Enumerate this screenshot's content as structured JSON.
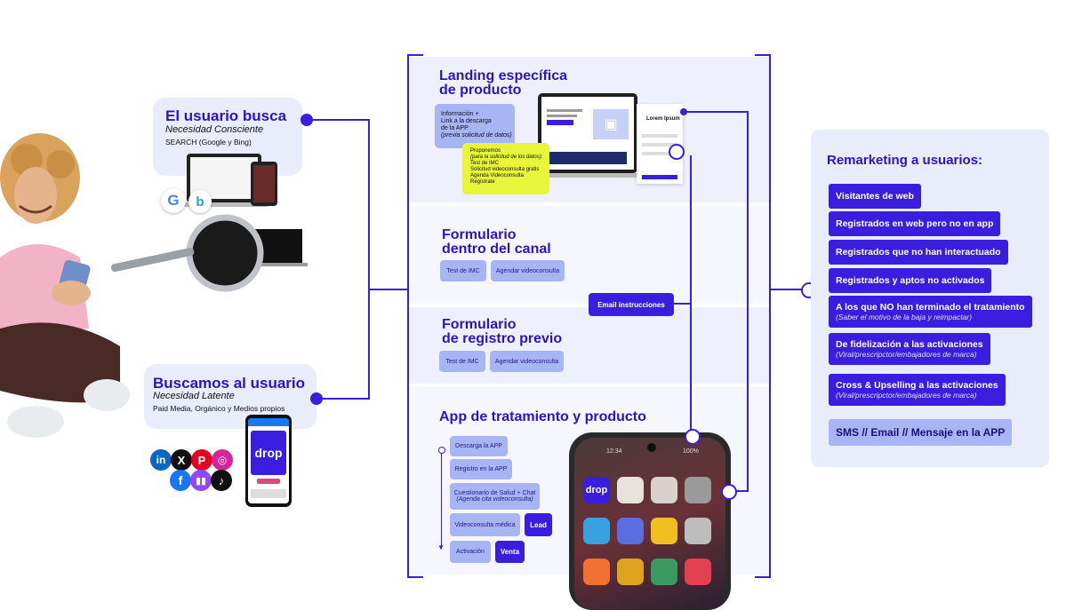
{
  "left": {
    "usuario_busca": {
      "title": "El usuario busca",
      "subtitle": "Necesidad Consciente",
      "detail": "SEARCH (Google y Bing)"
    },
    "buscamos": {
      "title": "Buscamos al usuario",
      "subtitle": "Necesidad Latente",
      "detail": "Paid Media, Orgánico y Medios propios"
    },
    "social_icons": [
      "linkedin-icon",
      "x-icon",
      "pinterest-icon",
      "instagram-icon",
      "facebook-icon",
      "twitch-icon",
      "tiktok-icon"
    ],
    "drop_brand": "drop"
  },
  "center": {
    "landing": {
      "title_line1": "Landing específica",
      "title_line2": "de producto",
      "info_lines": [
        "Información +",
        "Link a la descarga",
        "de la APP"
      ],
      "info_italic": "(previa solicitud de datos)",
      "proponemos_title": "Proponemos",
      "proponemos_italic": "(para la solicitud de los datos):",
      "proponemos_items": [
        "Test de IMC",
        "Solicitud videoconsulta gratis",
        "Agenda Videoconsulta",
        "Regístrate"
      ],
      "mock_title": "Lorem Ipsum"
    },
    "form_canal": {
      "title_line1": "Formulario",
      "title_line2": "dentro del canal",
      "btn1": "Test de IMC",
      "btn2": "Agendar videoconsulta"
    },
    "email": "Email instrucciones",
    "form_registro": {
      "title_line1": "Formulario",
      "title_line2": "de registro previo",
      "btn1": "Test de IMC",
      "btn2": "Agendar videoconsulta"
    },
    "app": {
      "title": "App de tratamiento y producto",
      "steps": [
        "Descarga la APP",
        "Registro en la APP",
        "Cuestionario de Salud + Chat",
        "Videoconsulta médica",
        "Activación"
      ],
      "step3_italic": "(Agenda cita videoconsulta)",
      "lead": "Lead",
      "venta": "Venta",
      "phone_time": "12:34",
      "phone_battery": "100%"
    }
  },
  "right": {
    "title": "Remarketing a usuarios:",
    "items": [
      {
        "label": "Visitantes de web",
        "note": ""
      },
      {
        "label": "Registrados en web pero no en app",
        "note": ""
      },
      {
        "label": "Registrados que no han interactuado",
        "note": ""
      },
      {
        "label": "Registrados y aptos no activados",
        "note": ""
      },
      {
        "label": "A los que NO han terminado el tratamiento",
        "note": "(Saber el motivo de la baja y reimpactar)"
      },
      {
        "label": "De fidelización a las activaciones",
        "note": "(Viral/prescripctor/embajadores de marca)"
      },
      {
        "label": "Cross & Upselling a las activaciones",
        "note": "(Viral/prescripctor/embajadores de marca)"
      }
    ],
    "channels": "SMS // Email // Mensaje en la APP"
  },
  "colors": {
    "primary": "#3b1de0",
    "card": "#e8ecfb",
    "pill": "#a7b5f5",
    "highlight": "#e8f53a"
  }
}
